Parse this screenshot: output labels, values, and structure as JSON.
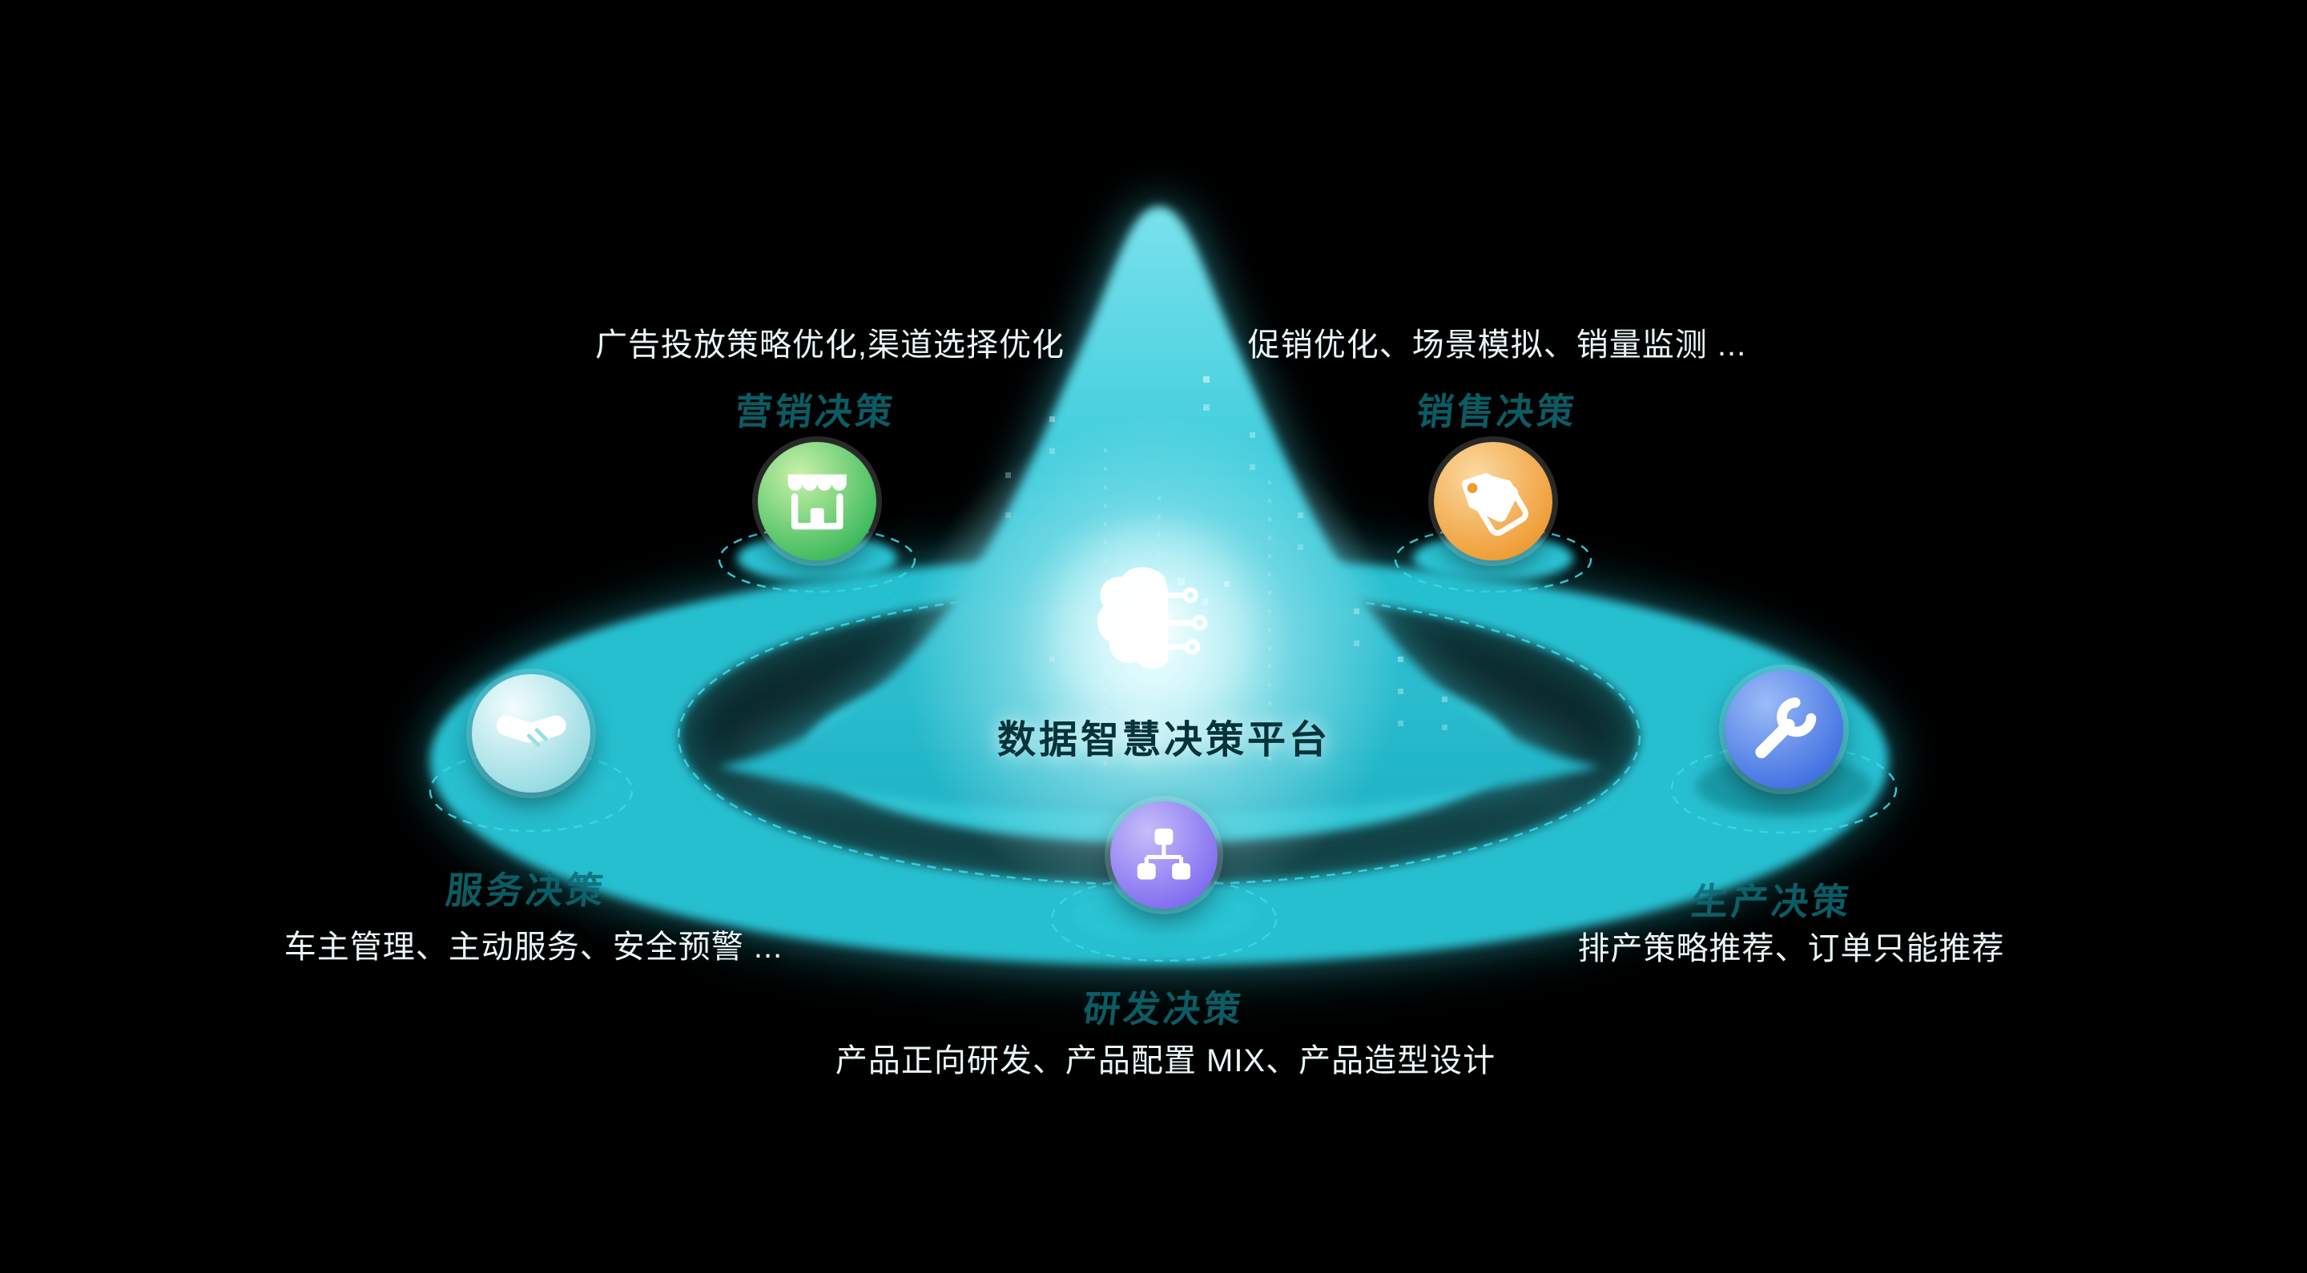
{
  "center": {
    "title": "数据智慧决策平台",
    "icon": "brain-circuit-icon"
  },
  "nodes": [
    {
      "id": "marketing",
      "label": "营销决策",
      "description": "广告投放策略优化,渠道选择优化",
      "icon": "storefront-icon",
      "color": "#3cb95c",
      "position": "top-left"
    },
    {
      "id": "sales",
      "label": "销售决策",
      "description": "促销优化、场景模拟、销量监测 ...",
      "icon": "price-tags-icon",
      "color": "#ef9b33",
      "position": "top-right"
    },
    {
      "id": "service",
      "label": "服务决策",
      "description": "车主管理、主动服务、安全预警 ...",
      "icon": "handshake-icon",
      "color": "#8fd8e0",
      "position": "left"
    },
    {
      "id": "production",
      "label": "生产决策",
      "description": "排产策略推荐、订单只能推荐",
      "icon": "wrench-icon",
      "color": "#3e6fe1",
      "position": "right"
    },
    {
      "id": "rnd",
      "label": "研发决策",
      "description": "产品正向研发、产品配置 MIX、产品造型设计",
      "icon": "hierarchy-icon",
      "color": "#7e6af0",
      "position": "bottom"
    }
  ],
  "colors": {
    "background": "#000000",
    "platform_teal": "#28bfd0",
    "mountain_teal": "#3ccbdb",
    "dashed_outline": "#3ad6e4",
    "description_text": "#eaf6f7",
    "category_label": "#0d6b75",
    "title_text": "#05333a"
  }
}
